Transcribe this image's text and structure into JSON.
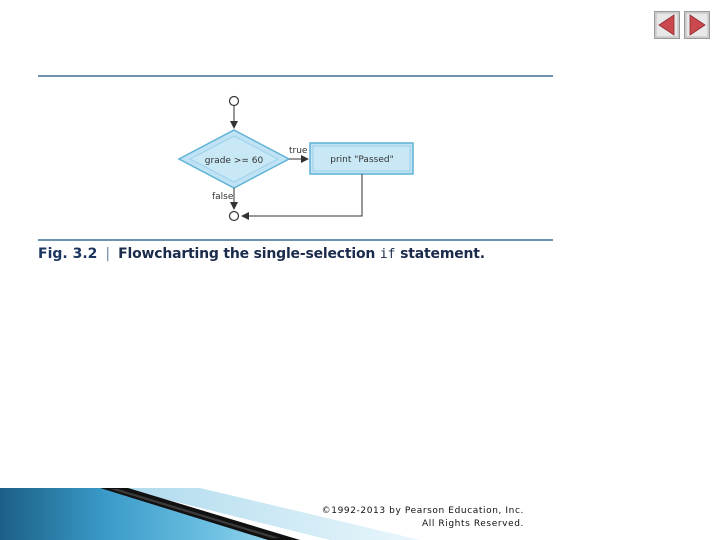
{
  "flowchart": {
    "decision_label": "grade >= 60",
    "true_label": "true",
    "false_label": "false",
    "action_label": "print \"Passed\"",
    "colors": {
      "shape_fill": "#bfe3f4",
      "shape_edge": "#5fb2d6",
      "line": "#333333",
      "rule": "#3f6e94"
    }
  },
  "caption": {
    "fig_label": "Fig. 3.2",
    "separator": "|",
    "text_before": "Flowcharting the single-selection ",
    "code": "if",
    "text_after": " statement."
  },
  "footer": {
    "copyright_line1": "©1992-2013 by Pearson Education, Inc.",
    "copyright_line2": "All Rights Reserved."
  },
  "nav": {
    "prev_icon": "triangle-left-icon",
    "next_icon": "triangle-right-icon",
    "color": "#c9494f"
  }
}
